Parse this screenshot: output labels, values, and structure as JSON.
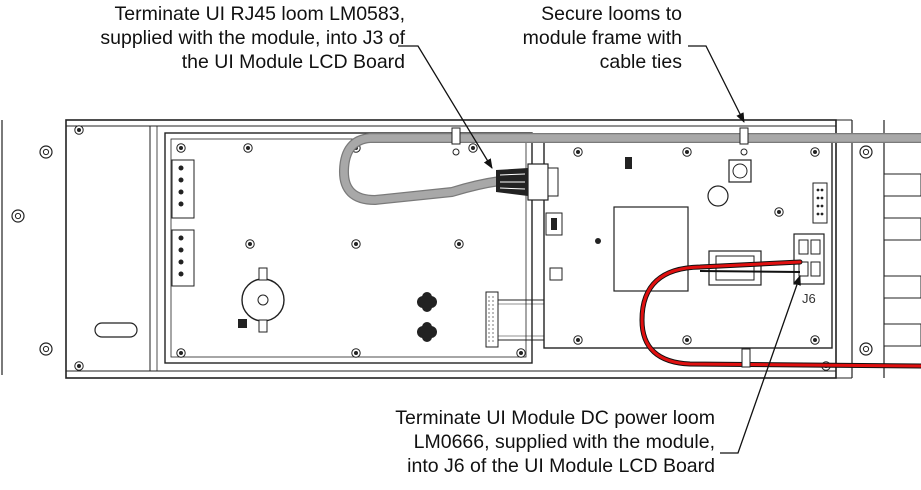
{
  "callouts": {
    "rj45": {
      "lines": [
        "Terminate UI RJ45 loom LM0583,",
        "supplied with the module, into J3 of",
        "the UI Module LCD Board"
      ]
    },
    "cable_ties": {
      "lines": [
        "Secure looms to",
        "module frame with",
        "cable ties"
      ]
    },
    "dc_power": {
      "lines": [
        "Terminate UI Module DC power loom",
        "LM0666, supplied with the module,",
        "into J6 of the UI Module LCD Board"
      ]
    }
  },
  "board_labels": {
    "j6": "J6"
  },
  "colors": {
    "rj45_loom": "#a8a8a8",
    "dc_loom_red": "#e01010",
    "dc_loom_black": "#101010",
    "line": "#111111"
  }
}
